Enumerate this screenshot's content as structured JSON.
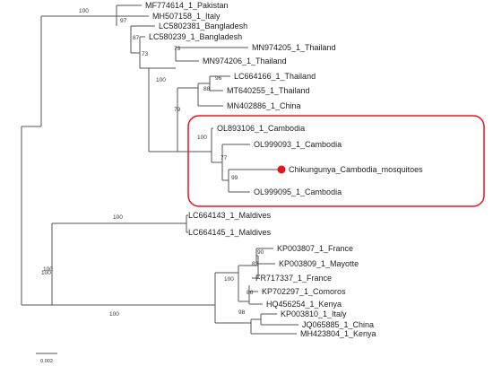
{
  "tree": {
    "leaves": [
      {
        "id": "L1",
        "label": "MF774614_1_Pakistan"
      },
      {
        "id": "L2",
        "label": "MH507158_1_Italy"
      },
      {
        "id": "L3",
        "label": "LC5802381_Bangladesh"
      },
      {
        "id": "L4",
        "label": "LC580239_1_Bangladesh"
      },
      {
        "id": "L5",
        "label": "MN974205_1_Thailand"
      },
      {
        "id": "L6",
        "label": "MN974206_1_Thailand"
      },
      {
        "id": "L7",
        "label": "LC664166_1_Thailand"
      },
      {
        "id": "L8",
        "label": "MT640255_1_Thailand"
      },
      {
        "id": "L9",
        "label": "MN402886_1_China"
      },
      {
        "id": "L10",
        "label": "OL893106_1_Cambodia"
      },
      {
        "id": "L11",
        "label": "OL999093_1_Cambodia"
      },
      {
        "id": "L12",
        "label": "Chikungunya_Cambodia_mosquitoes"
      },
      {
        "id": "L13",
        "label": "OL999095_1_Cambodia"
      },
      {
        "id": "L14",
        "label": "LC664143_1_Maldives"
      },
      {
        "id": "L15",
        "label": "LC664145_1_Maldives"
      },
      {
        "id": "L16",
        "label": "KP003807_1_France"
      },
      {
        "id": "L17",
        "label": "KP003809_1_Mayotte"
      },
      {
        "id": "L18",
        "label": "FR717337_1_France"
      },
      {
        "id": "L19",
        "label": "KP702297_1_Comoros"
      },
      {
        "id": "L20",
        "label": "HQ456254_1_Kenya"
      },
      {
        "id": "L21",
        "label": "KP003810_1_Italy"
      },
      {
        "id": "L22",
        "label": "JQ065885_1_China"
      },
      {
        "id": "L23",
        "label": "MH423804_1_Kenya"
      }
    ],
    "support_values": [
      "100",
      "97",
      "87",
      "73",
      "73",
      "100",
      "96",
      "88",
      "79",
      "100",
      "77",
      "99",
      "100",
      "100",
      "90",
      "82",
      "100",
      "86",
      "100",
      "98",
      "100"
    ],
    "highlight": {
      "sample_leaf": "Chikungunya_Cambodia_mosquitoes",
      "marker_color": "#e8141d",
      "box_color": "#e8141d"
    },
    "scale_bar": {
      "label": "0.002"
    }
  }
}
